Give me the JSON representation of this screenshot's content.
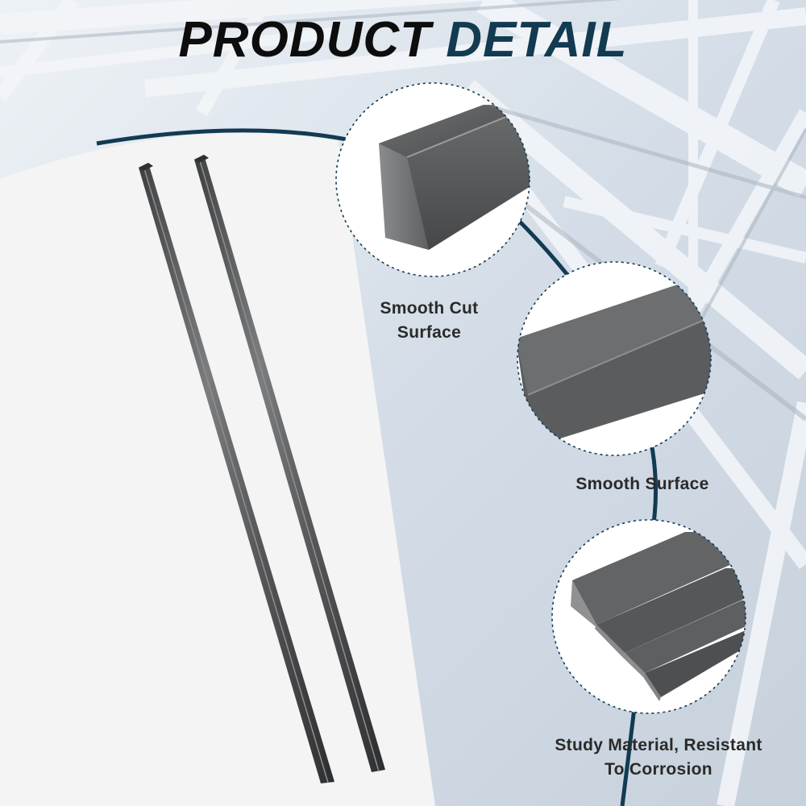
{
  "header": {
    "title_part1": "PRODUCT",
    "title_part2": "DETAIL"
  },
  "colors": {
    "accent": "#123b52",
    "title": "#0d0d0d",
    "text": "#2a2a2a",
    "steel": "#5f6163"
  },
  "callouts": [
    {
      "lines": [
        "Smooth Cut",
        "Surface"
      ]
    },
    {
      "lines": [
        "Smooth Surface"
      ]
    },
    {
      "lines": [
        "Study Material, Resistant",
        "To Corrosion"
      ]
    }
  ]
}
